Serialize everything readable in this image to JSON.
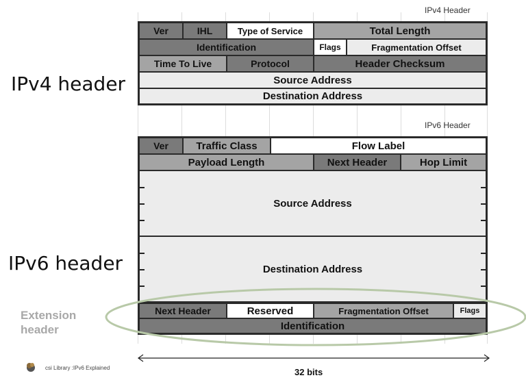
{
  "labels": {
    "ipv4_small_title": "IPv4 Header",
    "ipv6_small_title": "IPv6 Header",
    "ipv4_side": "IPv4 header",
    "ipv6_side": "IPv6 header",
    "extension_line1": "Extension",
    "extension_line2": "header",
    "footer_source": "csi Library :IPv6 Explained",
    "bits": "32 bits"
  },
  "ipv4": {
    "ver": "Ver",
    "ihl": "IHL",
    "tos": "Type of Service",
    "total_length": "Total Length",
    "identification": "Identification",
    "flags": "Flags",
    "frag_offset": "Fragmentation Offset",
    "ttl": "Time To Live",
    "protocol": "Protocol",
    "checksum": "Header Checksum",
    "source": "Source Address",
    "destination": "Destination Address"
  },
  "ipv6": {
    "ver": "Ver",
    "traffic_class": "Traffic Class",
    "flow_label": "Flow Label",
    "payload_length": "Payload Length",
    "next_header": "Next Header",
    "hop_limit": "Hop Limit",
    "source": "Source Address",
    "destination": "Destination Address"
  },
  "extension": {
    "next_header": "Next Header",
    "reserved": "Reserved",
    "frag_offset": "Fragmentation Offset",
    "flags": "Flags",
    "identification": "Identification"
  },
  "colors": {
    "dark_field": "#7a7a7a",
    "medium_field": "#a4a4a4",
    "light_field": "#ececec",
    "white_field": "#ffffff",
    "ellipse": "#b8c9a8"
  }
}
